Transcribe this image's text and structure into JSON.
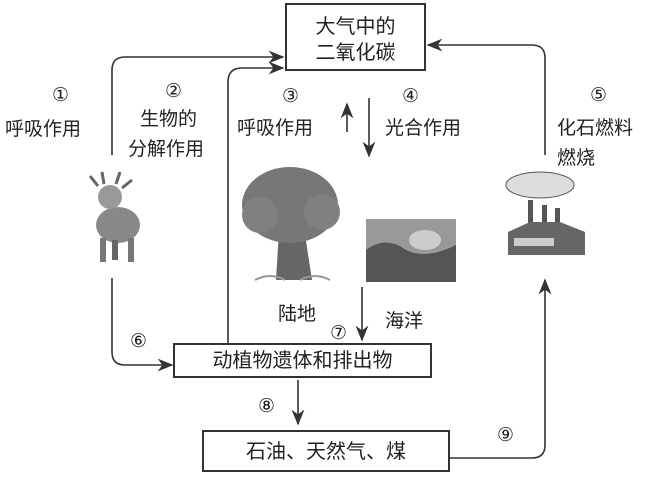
{
  "atmosphere": {
    "line1": "大气中的",
    "line2": "二氧化碳"
  },
  "remains_box": "动植物遗体和排出物",
  "fossil_box": "石油、天然气、煤",
  "labels": {
    "n1": "①",
    "p1": "呼吸作用",
    "n2": "②",
    "p2a": "生物的",
    "p2b": "分解作用",
    "n3": "③",
    "p3": "呼吸作用",
    "n4": "④",
    "p4": "光合作用",
    "n5": "⑤",
    "p5a": "化石燃料",
    "p5b": "燃烧",
    "n6": "⑥",
    "n7": "⑦",
    "n8": "⑧",
    "n9": "⑨",
    "land": "陆地",
    "ocean": "海洋"
  }
}
